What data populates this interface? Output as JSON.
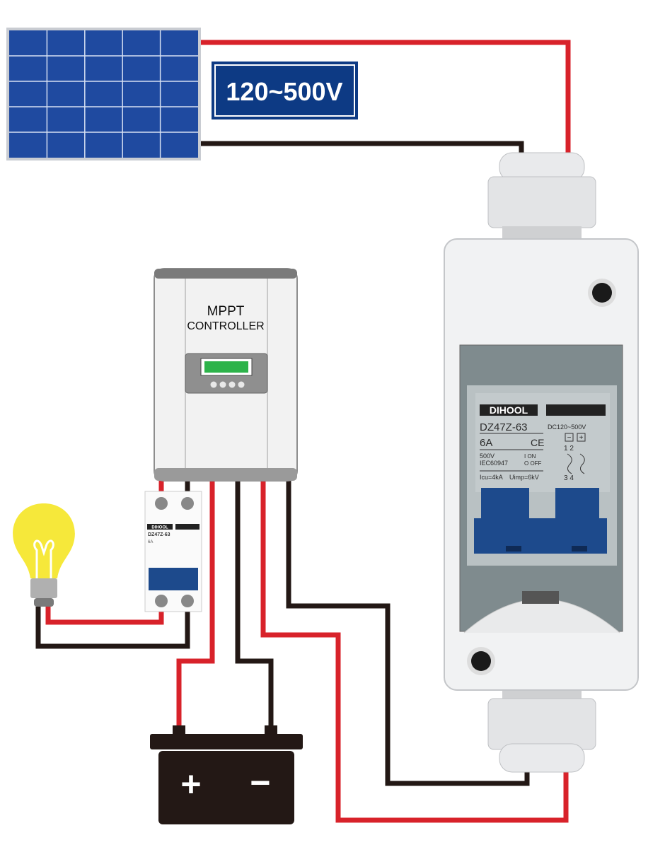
{
  "voltage_label": "120~500V",
  "controller": {
    "line1": "MPPT",
    "line2": "CONTROLLER"
  },
  "breaker": {
    "brand": "DIHOOL",
    "model": "DZ47Z-63",
    "rating": "DC120~500V",
    "current": "6A",
    "ce": "CE",
    "voltage": "500V",
    "standard": "IEC60947",
    "on": "I ON",
    "off": "O OFF",
    "icu": "Icu=4kA",
    "uimp": "Uimp=6kV",
    "minus": "−",
    "plus": "+",
    "poles_top": "1  2",
    "poles_bottom": "3  4"
  },
  "battery": {
    "plus": "+",
    "minus": "−"
  },
  "colors": {
    "positive_wire": "#d8222a",
    "negative_wire": "#231815",
    "panel": "#1f4aa0",
    "label_bg": "#0d3a84",
    "breaker_handle": "#1d4a8c"
  }
}
